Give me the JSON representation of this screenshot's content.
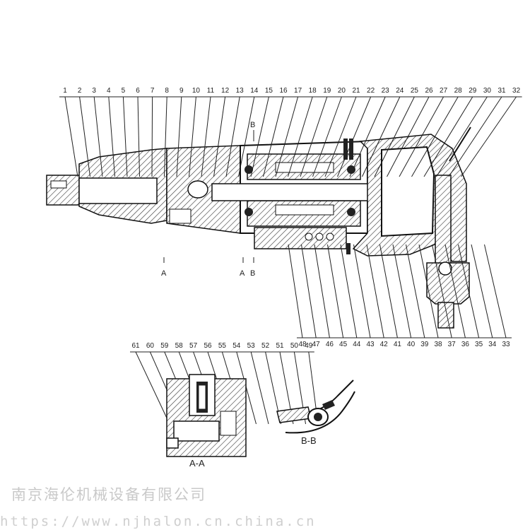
{
  "top_callouts": [
    "1",
    "2",
    "3",
    "4",
    "5",
    "6",
    "7",
    "8",
    "9",
    "10",
    "11",
    "12",
    "13",
    "14",
    "15",
    "16",
    "17",
    "18",
    "19",
    "20",
    "21",
    "22",
    "23",
    "24",
    "25",
    "26",
    "27",
    "28",
    "29",
    "30",
    "31",
    "32"
  ],
  "bottom_callouts": [
    "48",
    "47",
    "46",
    "45",
    "44",
    "43",
    "42",
    "41",
    "40",
    "39",
    "38",
    "37",
    "36",
    "35",
    "34",
    "33"
  ],
  "section_callouts": [
    "61",
    "60",
    "59",
    "58",
    "57",
    "56",
    "55",
    "54",
    "53",
    "52",
    "51",
    "50",
    "49"
  ],
  "section_markers": {
    "a1": "A",
    "a2": "A",
    "b_bottom": "B",
    "b_top": "B"
  },
  "section_titles": {
    "aa": "A-A",
    "bb": "B-B"
  },
  "watermark": {
    "company": "南京海伦机械设备有限公司",
    "url": "https://www.njhalon.cn.china.cn"
  }
}
